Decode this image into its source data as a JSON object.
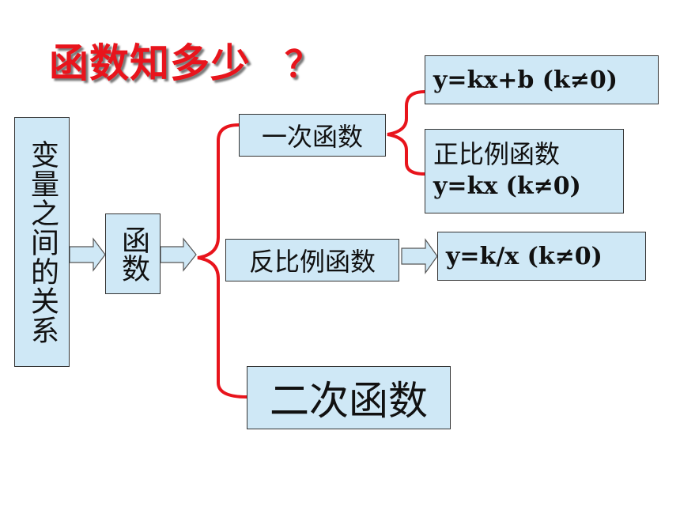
{
  "title": {
    "text": "函数知多少",
    "mark": "？"
  },
  "root": {
    "label": "变量之间的关系"
  },
  "middle": {
    "label": "函数"
  },
  "branches": {
    "linear": "一次函数",
    "inverse": "反比例函数",
    "quadratic": "二次函数"
  },
  "formulas": {
    "linear": "y=kx+b (k≠0)",
    "direct_label": "正比例函数",
    "direct": "y=kx (k≠0)",
    "inverse": "y=k/x (k≠0)"
  },
  "colors": {
    "title": "#e8141c",
    "box_fill": "#cfe8f6",
    "bracket": "#e8141c",
    "arrow_fill": "#cfe8f6"
  }
}
